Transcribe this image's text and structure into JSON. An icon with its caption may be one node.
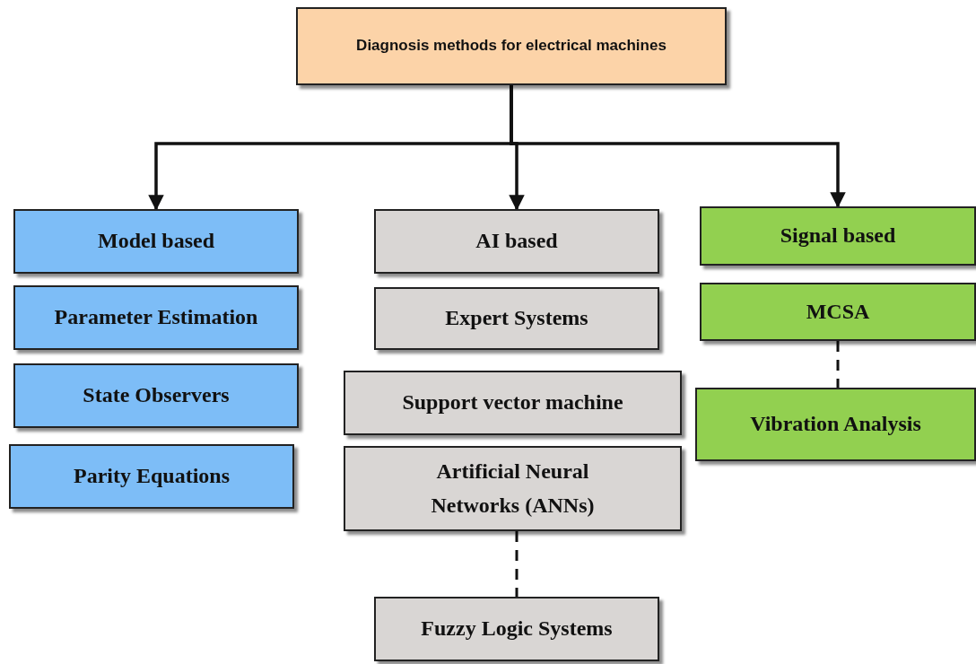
{
  "diagram": {
    "nodes": [
      {
        "text": [
          "Diagnosis methods for electrical machines"
        ]
      },
      {
        "text": [
          "Model based"
        ]
      },
      {
        "text": [
          "Parameter Estimation"
        ]
      },
      {
        "text": [
          "State Observers"
        ]
      },
      {
        "text": [
          "Parity Equations"
        ]
      },
      {
        "text": [
          "AI based"
        ]
      },
      {
        "text": [
          "Expert Systems"
        ]
      },
      {
        "text": [
          "Support vector machine"
        ]
      },
      {
        "text": [
          "Artificial Neural Networks (ANNs)"
        ]
      },
      {
        "text": [
          "Fuzzy Logic Systems"
        ]
      },
      {
        "text": [
          "Signal based"
        ]
      },
      {
        "text": [
          "MCSA"
        ]
      },
      {
        "text": [
          "Vibration Analysis"
        ]
      }
    ],
    "edges": [
      {
        "from": 0,
        "to": 1,
        "arrow": "to"
      },
      {
        "from": 0,
        "to": 5,
        "arrow": "to"
      },
      {
        "from": 0,
        "to": 10,
        "arrow": "to"
      },
      {
        "from": 8,
        "to": 9,
        "arrow": "none",
        "style": "dashed"
      },
      {
        "from": 11,
        "to": 12,
        "arrow": "none",
        "style": "dashed"
      }
    ]
  }
}
